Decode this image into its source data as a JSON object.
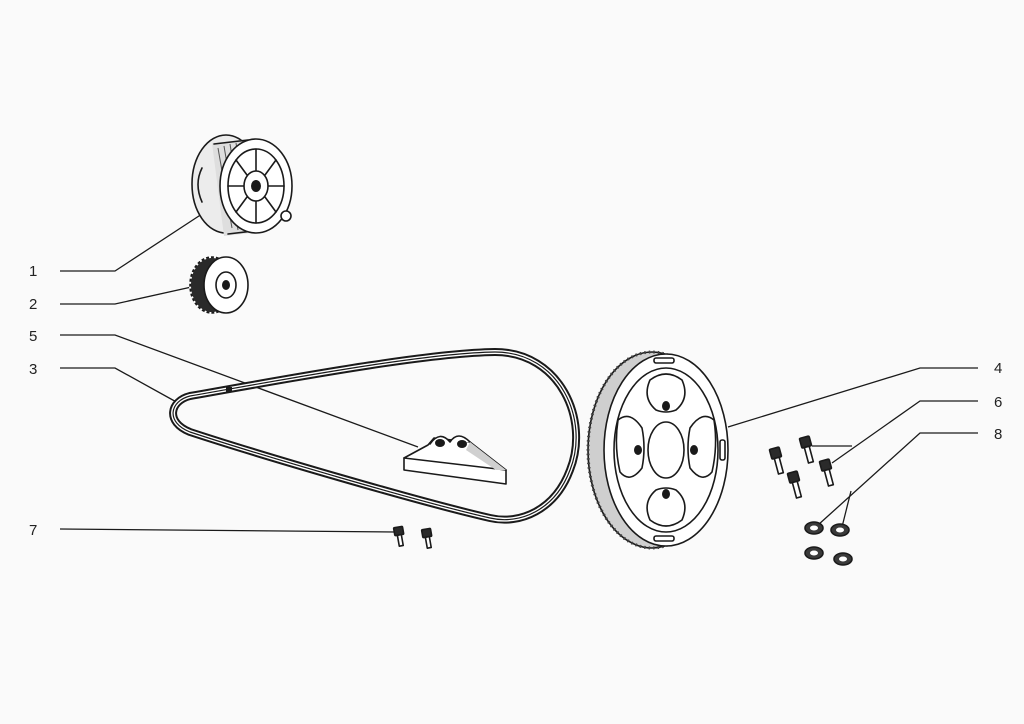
{
  "diagram": {
    "callouts": [
      {
        "label": "1",
        "part": "motor"
      },
      {
        "label": "2",
        "part": "drive-pulley"
      },
      {
        "label": "5",
        "part": "belt-guide"
      },
      {
        "label": "3",
        "part": "drive-belt"
      },
      {
        "label": "4",
        "part": "driven-pulley"
      },
      {
        "label": "6",
        "part": "pulley-bolts"
      },
      {
        "label": "8",
        "part": "washers"
      },
      {
        "label": "7",
        "part": "guide-bolts"
      }
    ]
  },
  "colors": {
    "line": "#1a1a1a",
    "part_fill": "#ffffff",
    "shade": "#bdbdbd",
    "background": "#fafafa"
  }
}
